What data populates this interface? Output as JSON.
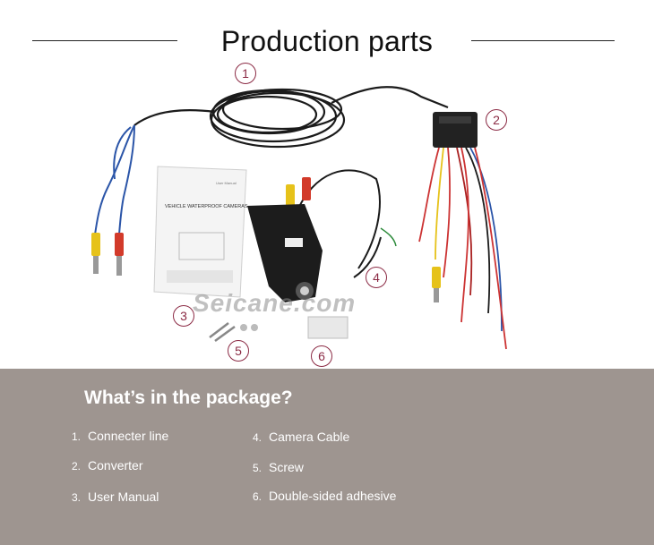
{
  "header": {
    "title": "Production parts"
  },
  "photo": {
    "watermark": "Seicane.com",
    "markers": [
      "1",
      "2",
      "3",
      "4",
      "5",
      "6"
    ],
    "manual_heading": "VEHICLE WATERPROOF CAMERAS",
    "manual_corner": "User Manual"
  },
  "package": {
    "title": "What’s in the package?",
    "items": [
      {
        "num": "1.",
        "label": "Connecter line"
      },
      {
        "num": "2.",
        "label": "Converter"
      },
      {
        "num": "3.",
        "label": "User Manual"
      },
      {
        "num": "4.",
        "label": "Camera Cable"
      },
      {
        "num": "5.",
        "label": "Screw"
      },
      {
        "num": "6.",
        "label": "Double-sided adhesive"
      }
    ]
  },
  "colors": {
    "band": "#9e9590",
    "marker": "#8b2a44",
    "rca_yellow": "#e6c21a",
    "rca_red": "#d23a2a"
  }
}
